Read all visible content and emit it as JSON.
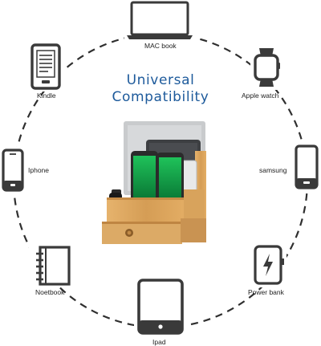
{
  "title": {
    "line1": "Universal",
    "line2": "Compatibility"
  },
  "devices": {
    "mac_book": "MAC book",
    "apple_watch": "Apple watch",
    "samsung": "samsung",
    "power_bank": "Power bank",
    "ipad": "Ipad",
    "notebook": "Noetbook",
    "iphone": "Iphone",
    "kindle": "Kindle"
  },
  "colors": {
    "title": "#1d5a9b",
    "icon_stroke": "#3a3a3a",
    "bamboo": "#d9a45a",
    "bamboo_dark": "#b7823f",
    "phone_screen": "#16a64a"
  }
}
